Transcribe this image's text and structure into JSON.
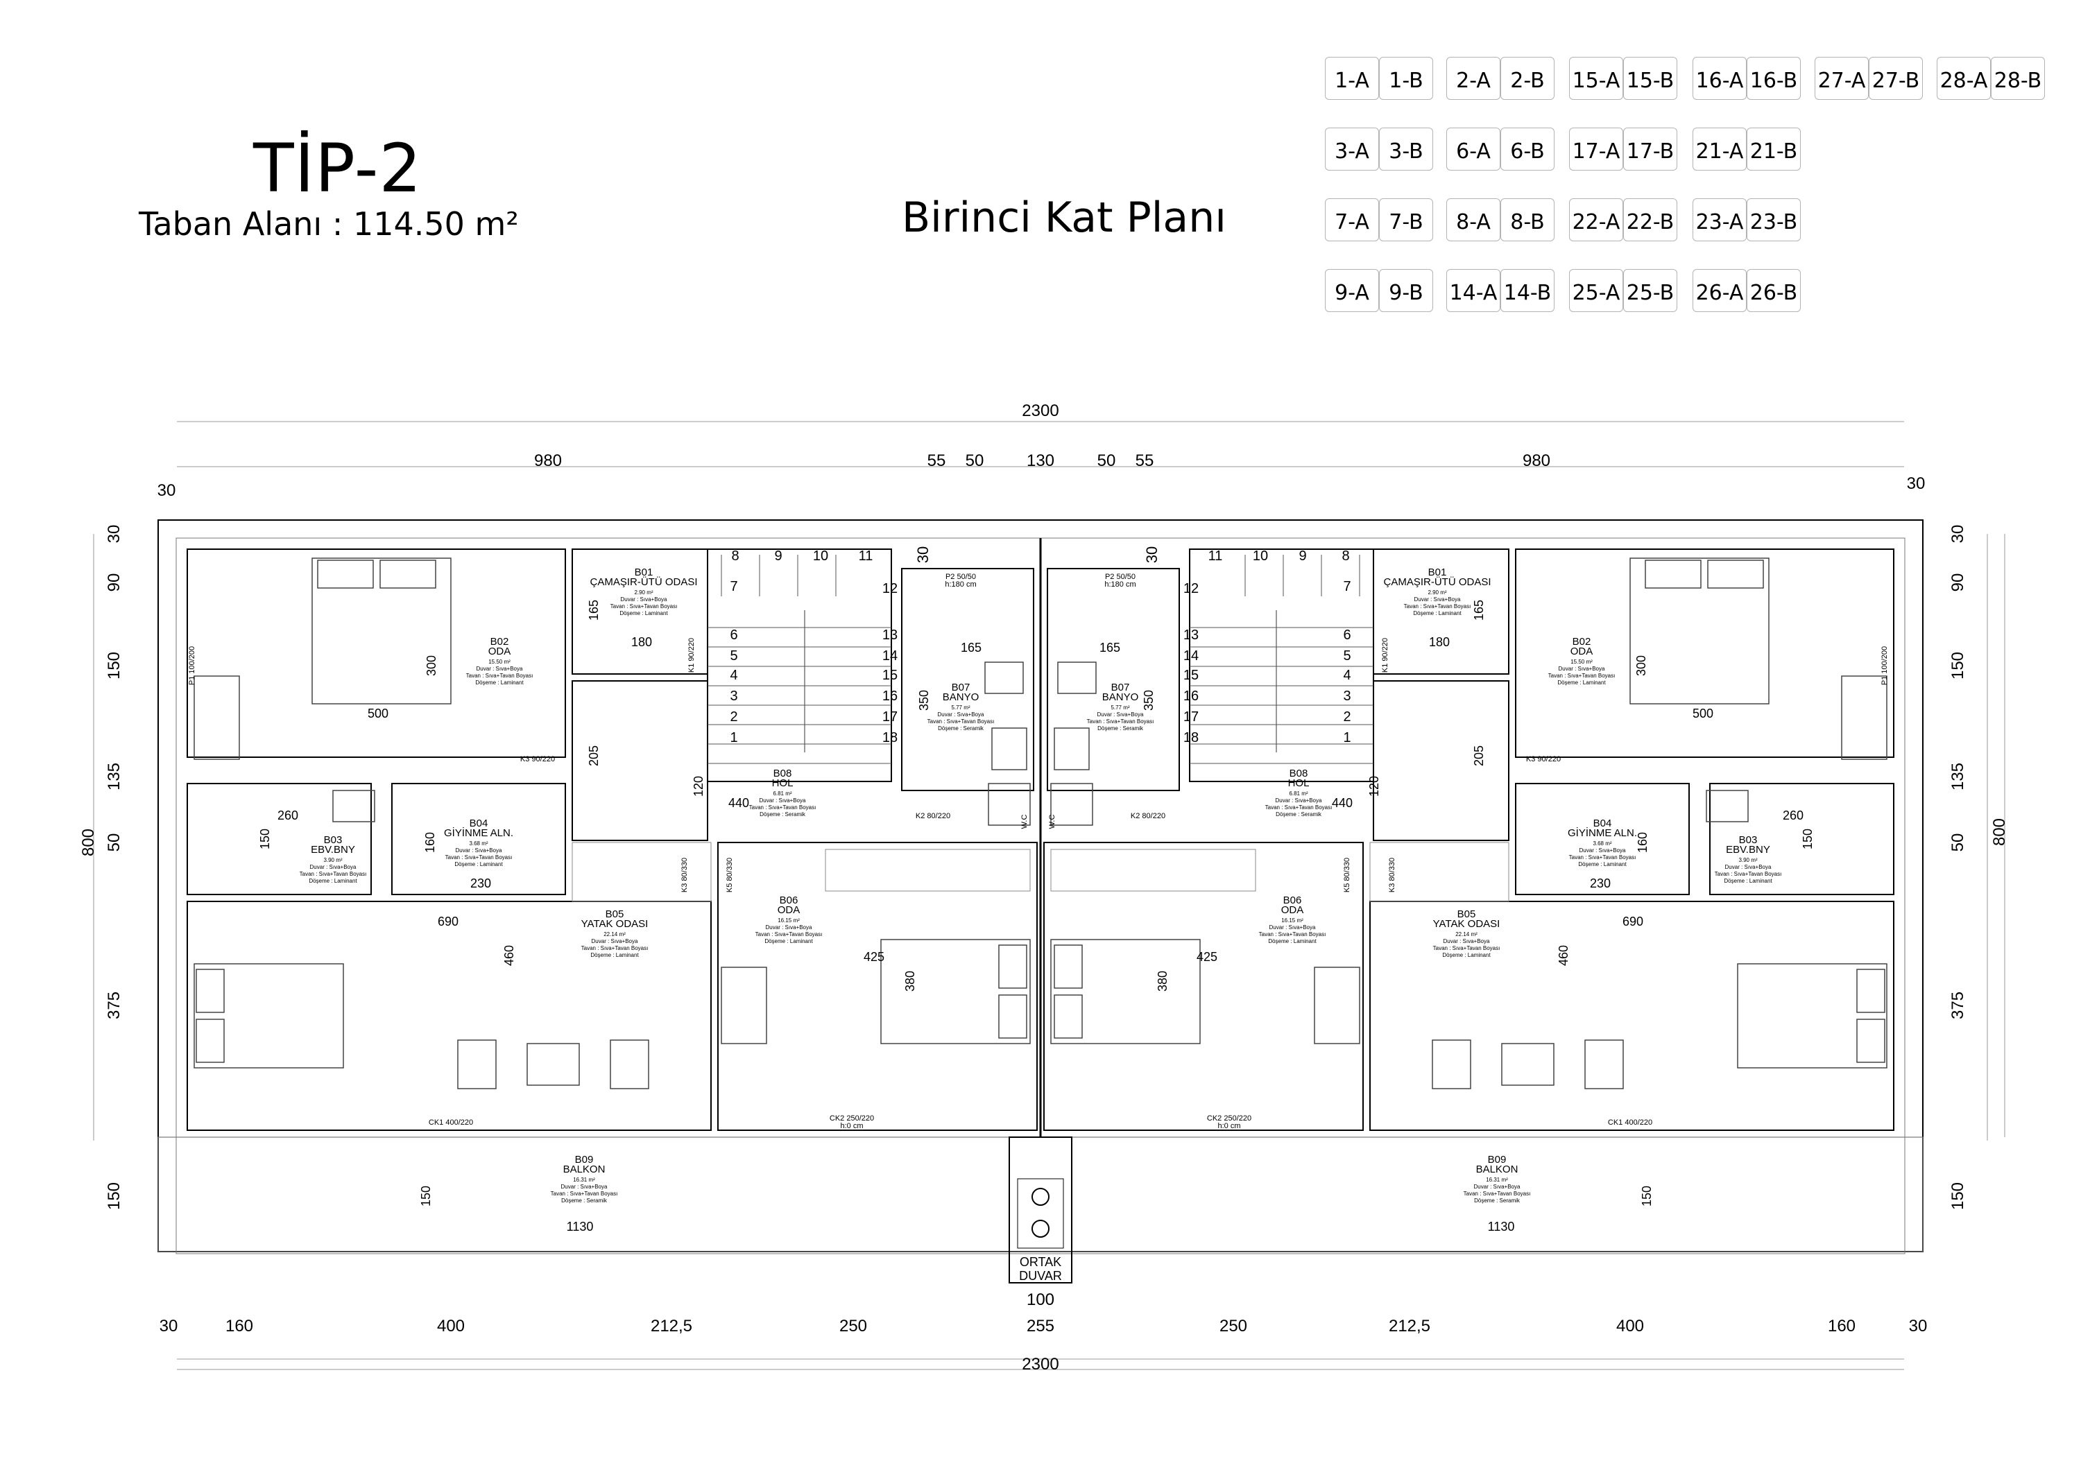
{
  "header": {
    "type_title": "TİP-2",
    "base_area": "Taban Alanı : 114.50 m²",
    "floor_title": "Birinci Kat Planı"
  },
  "unit_rows": [
    [
      "1-A",
      "1-B",
      "2-A",
      "2-B",
      "15-A",
      "15-B",
      "16-A",
      "16-B",
      "27-A",
      "27-B",
      "28-A",
      "28-B"
    ],
    [
      "3-A",
      "3-B",
      "6-A",
      "6-B",
      "17-A",
      "17-B",
      "21-A",
      "21-B"
    ],
    [
      "7-A",
      "7-B",
      "8-A",
      "8-B",
      "22-A",
      "22-B",
      "23-A",
      "23-B"
    ],
    [
      "9-A",
      "9-B",
      "14-A",
      "14-B",
      "25-A",
      "25-B",
      "26-A",
      "26-B"
    ]
  ],
  "dimensions": {
    "overall_top": "2300",
    "overall_bottom": "2300",
    "top_segments": [
      "980",
      "55",
      "50",
      "130",
      "50",
      "55",
      "980"
    ],
    "edge": "30",
    "bottom_segments": [
      "30",
      "160",
      "400",
      "212,5",
      "250",
      "255",
      "250",
      "212,5",
      "400",
      "160",
      "30"
    ],
    "ortak_width": "100",
    "left_side": [
      "30",
      "90",
      "150",
      "135",
      "50",
      "375",
      "150"
    ],
    "right_side": [
      "30",
      "90",
      "150",
      "135",
      "50",
      "375",
      "150"
    ],
    "total_height": "800"
  },
  "stairs": {
    "left": [
      "1",
      "2",
      "3",
      "4",
      "5",
      "6",
      "7",
      "8",
      "9",
      "10",
      "11",
      "12",
      "13",
      "14",
      "15",
      "16",
      "17",
      "18"
    ],
    "right": [
      "1",
      "2",
      "3",
      "4",
      "5",
      "6",
      "7",
      "8",
      "9",
      "10",
      "11",
      "12",
      "13",
      "14",
      "15",
      "16",
      "17",
      "18"
    ]
  },
  "rooms": {
    "oda": {
      "code": "B02",
      "name": "ODA",
      "area": "15.50 m²",
      "wall": "Duvar : Sıva+Boya",
      "ceiling": "Tavan : Sıva+Tavan Boyası",
      "floor": "Döşeme : Laminant"
    },
    "camasir": {
      "code": "B01",
      "name": "ÇAMAŞIR-ÜTÜ ODASI",
      "area": "2.90 m²",
      "wall": "Duvar : Sıva+Boya",
      "ceiling": "Tavan : Sıva+Tavan Boyası",
      "floor": "Döşeme : Laminant"
    },
    "banyo": {
      "code": "B07",
      "name": "BANYO",
      "area": "5.77 m²",
      "wall": "Duvar : Sıva+Boya",
      "ceiling": "Tavan : Sıva+Tavan Boyası",
      "floor": "Döşeme : Seramik"
    },
    "hol": {
      "code": "B08",
      "name": "HOL",
      "area": "6.81 m²",
      "wall": "Duvar : Sıva+Boya",
      "ceiling": "Tavan : Sıva+Tavan Boyası",
      "floor": "Döşeme : Seramik"
    },
    "ebv": {
      "code": "B03",
      "name": "EBV.BNY",
      "area": "3.90 m²",
      "wall": "Duvar : Sıva+Boya",
      "ceiling": "Tavan : Sıva+Tavan Boyası",
      "floor": "Döşeme : Laminant"
    },
    "giyinme": {
      "code": "B04",
      "name": "GİYİNME ALN.",
      "area": "3.68 m²",
      "wall": "Duvar : Sıva+Boya",
      "ceiling": "Tavan : Sıva+Tavan Boyası",
      "floor": "Döşeme : Laminant"
    },
    "yatak": {
      "code": "B05",
      "name": "YATAK ODASI",
      "area": "22.14 m²",
      "wall": "Duvar : Sıva+Boya",
      "ceiling": "Tavan : Sıva+Tavan Boyası",
      "floor": "Döşeme : Laminant"
    },
    "oda2": {
      "code": "B06",
      "name": "ODA",
      "area": "16.15 m²",
      "wall": "Duvar : Sıva+Boya",
      "ceiling": "Tavan : Sıva+Tavan Boyası",
      "floor": "Döşeme : Laminant"
    },
    "balkon": {
      "code": "B09",
      "name": "BALKON",
      "area": "16.31 m²",
      "wall": "Duvar : Sıva+Boya",
      "ceiling": "Tavan : Sıva+Tavan Boyası",
      "floor": "Döşeme : Seramik"
    }
  },
  "room_dims": {
    "oda_w": "500",
    "oda_h": "300",
    "cam_h": "165",
    "cam_w": "180",
    "hol_h": "205",
    "hol_w": "440",
    "hol_small": "120",
    "banyo_h": "350",
    "banyo_w": "165",
    "ebv_w": "260",
    "ebv_h": "150",
    "giy_w": "230",
    "giy_h": "160",
    "yatak_w": "690",
    "yatak_h": "460",
    "oda2_w": "425",
    "oda2_h": "380",
    "balkon_w": "1130",
    "balkon_h": "150",
    "door_half": "30"
  },
  "openings": {
    "p1": "P1 100/200",
    "p2": "P2 50/50",
    "p2_h": "h:180 cm",
    "k1": "K1 90/220",
    "k2": "K2 80/220",
    "k3": "K3 80/330",
    "k3b": "K3 90/220",
    "k5": "K5 80/330",
    "k2b": "K2 80/220",
    "ck1": "CK1 400/220",
    "ck2": "CK2 250/220",
    "ck_h": "h:0 cm",
    "wc": "W.C"
  },
  "ortak": {
    "line1": "ORTAK",
    "line2": "DUVAR"
  },
  "colors": {
    "line": "#000000",
    "thin": "#7a7a7a",
    "faint": "#bdbdbd"
  }
}
